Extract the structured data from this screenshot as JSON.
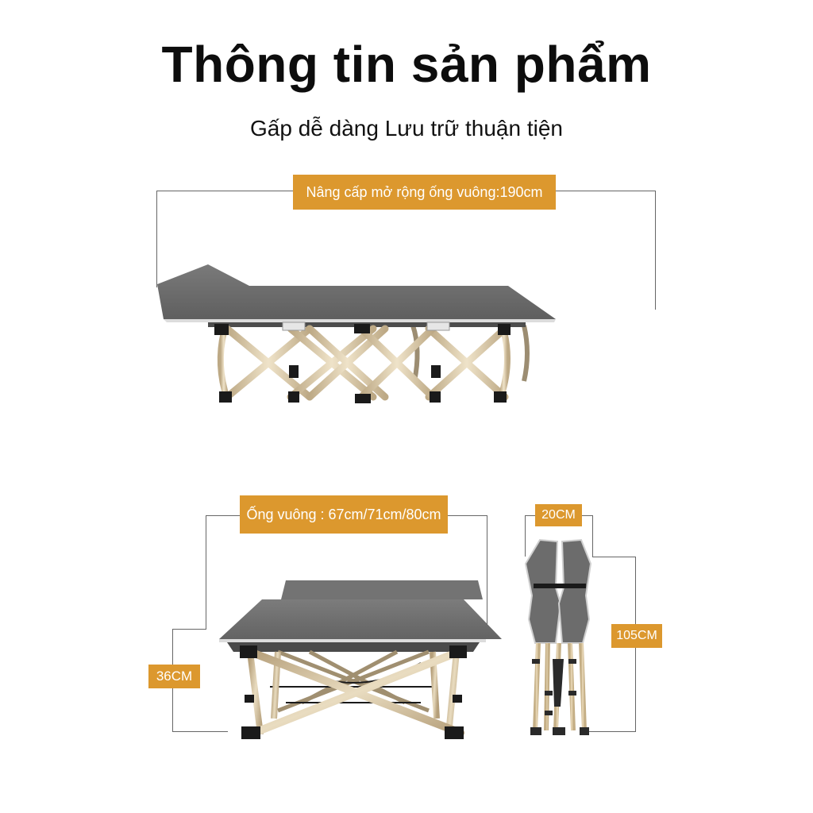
{
  "header": {
    "title": "Thông tin sản phẩm",
    "subtitle": "Gấp dễ dàng  Lưu trữ thuận tiện"
  },
  "dimensions": {
    "length_label": "Nâng cấp mở rộng ống vuông:190cm",
    "width_label": "Ống vuông : 67cm/71cm/80cm",
    "height_label": "36CM",
    "folded_width_label": "20CM",
    "folded_height_label": "105CM"
  },
  "colors": {
    "label_bg": "#DC982E",
    "label_text": "#FFFFFF",
    "bed_fabric": "#6E6E6E",
    "frame": "#D9C9A8",
    "joints": "#1A1A1A",
    "bracket_line": "#666666"
  },
  "images": {
    "side_view": "folding-bed-side-view",
    "front_view": "folding-bed-front-view",
    "folded_view": "folding-bed-folded-view"
  }
}
